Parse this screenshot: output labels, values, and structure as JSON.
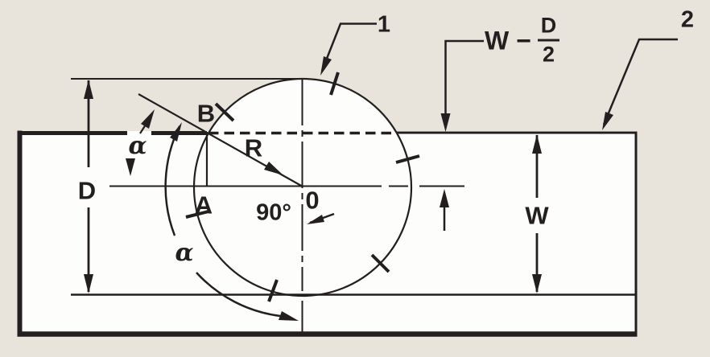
{
  "figure": {
    "type": "technical-drawing",
    "subject": "disc-on-workpiece angle measurement diagram"
  },
  "colors": {
    "background": "#e8e4db",
    "surface": "#fdfdfb",
    "ink": "#231f20"
  },
  "labels": {
    "callout_disc": "1",
    "callout_workpiece": "2",
    "offset_prefix": "W −",
    "offset_numerator": "D",
    "offset_denominator": "2",
    "point_b": "B",
    "point_a": "A",
    "center_point": "0",
    "radius": "R",
    "alpha_top": "α",
    "alpha_arc": "α",
    "right_angle": "90°",
    "diameter": "D",
    "width": "W"
  }
}
